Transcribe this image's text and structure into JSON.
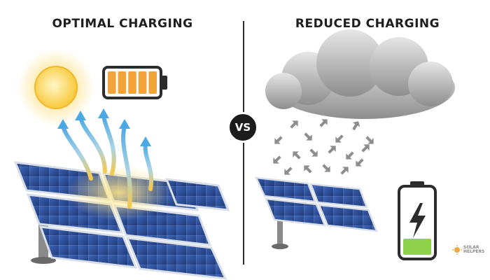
{
  "left_panel": {
    "title": "OPTIMAL CHARGING"
  },
  "right_panel": {
    "title": "REDUCED CHARGING"
  },
  "vs_label": "VS",
  "brand": {
    "name": "SOLAR HELPERS"
  },
  "left_battery": {
    "charge_fraction": 1.0,
    "color": "#f2a33a"
  },
  "right_battery": {
    "charge_fraction": 0.25,
    "color": "#8ed24a"
  },
  "colors": {
    "sun": "#fcd54a",
    "ray": "#5ab4e8",
    "panel": "#2b4a8f",
    "cloud": "#b4b4b4"
  }
}
